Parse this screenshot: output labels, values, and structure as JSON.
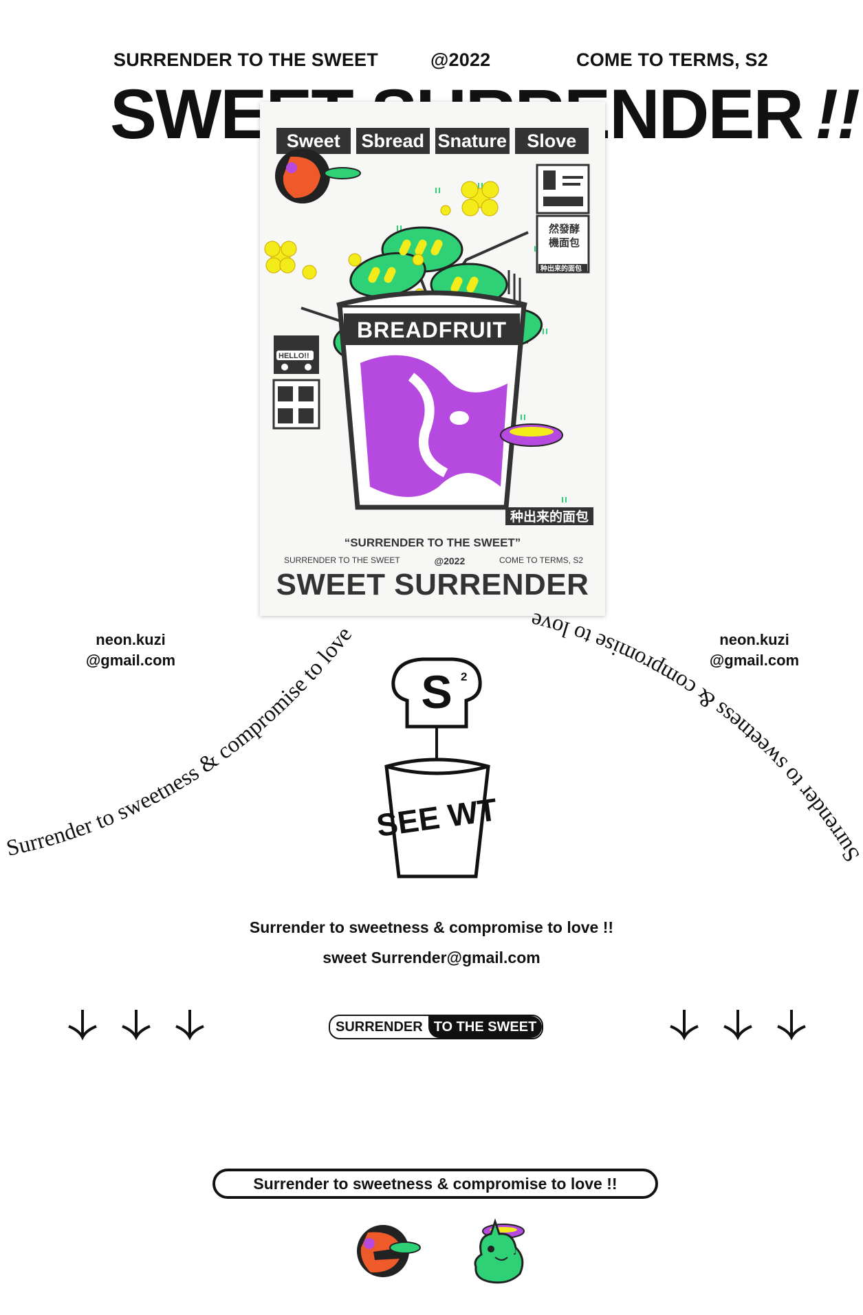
{
  "header": {
    "left": "SURRENDER TO THE SWEET",
    "center": "@2022",
    "right": "COME TO TERMS,  S2",
    "title": "SWEET SURRENDER",
    "title_bang": "!!"
  },
  "poster": {
    "tabs": [
      "Sweet",
      "Sbread",
      "Snature",
      "Slove"
    ],
    "pot_label": "BREADFRUIT",
    "chinese_label": "种出来的面包",
    "chinese_card": [
      "然發酵",
      "機面包"
    ],
    "chinese_card_small": "种出来的面包",
    "hello": "HELLO!!",
    "footer_quote": "“SURRENDER TO THE SWEET”",
    "footer_left": "SURRENDER TO THE SWEET",
    "footer_center": "@2022",
    "footer_right": "COME TO TERMS,  S2",
    "footer_title": "SWEET SURRENDER"
  },
  "emails": {
    "left": [
      "neon.kuzi",
      "@gmail.com"
    ],
    "right": [
      "neon.kuzi",
      "@gmail.com"
    ]
  },
  "arc_text": "Surrender to sweetness & compromise to love",
  "logo": {
    "letter": "S",
    "superscript": "2",
    "cup_text": "SEE WT"
  },
  "tagline": "Surrender to sweetness & compromise to love  !!",
  "contact": "sweet Surrender@gmail.com",
  "pill": {
    "left": "SURRENDER",
    "right": "TO THE SWEET"
  },
  "bottom_pill": "Surrender to sweetness & compromise to love  !!",
  "colors": {
    "leaf_green": "#2fd177",
    "flower_yellow": "#f3ec1a",
    "purple": "#b64ae0",
    "monster_red": "#ef5a2a",
    "ink": "#111111"
  },
  "icons": [
    "down-arrow-icon",
    "monster-icon",
    "green-creature-icon",
    "bread-logo-icon"
  ]
}
